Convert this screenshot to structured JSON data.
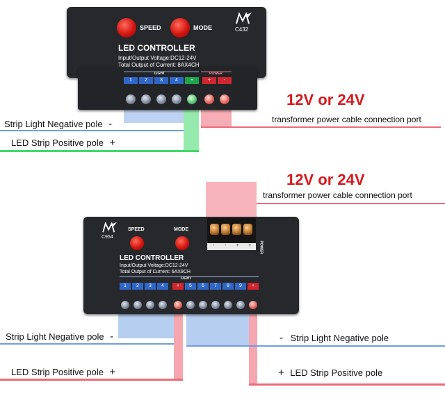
{
  "top": {
    "buttons": {
      "speed": "SPEED",
      "mode": "MODE"
    },
    "model": "C432",
    "title": "LED CONTROLLER",
    "spec_voltage": "Input/Output Voltage:DC12-24V",
    "spec_current": "Total Output of Current: 8AX4CH",
    "group_light": "LIGHT",
    "group_power": "POWER",
    "terminals": [
      "1",
      "2",
      "3",
      "4",
      "+",
      "+",
      "-"
    ],
    "voltage_label": "12V or 24V",
    "port_label": "transformer power cable connection port",
    "negative_label": "Strip Light Negative pole",
    "negative_symbol": "-",
    "positive_label": "LED Strip Positive pole",
    "positive_symbol": "+"
  },
  "bottom": {
    "buttons": {
      "speed": "SPEED",
      "mode": "MODE"
    },
    "model": "C954",
    "title": "LED CONTROLLER",
    "spec_voltage": "Input/Output Voltage:DC12-24V",
    "spec_current": "Total Output of Current: 6AX9CH",
    "group_light": "LIGHT",
    "group_power": "POWER",
    "power_terminals": [
      "-",
      "-",
      "+",
      "+"
    ],
    "terminals": [
      "1",
      "2",
      "3",
      "4",
      "+",
      "5",
      "6",
      "7",
      "8",
      "9",
      "+"
    ],
    "voltage_label": "12V or 24V",
    "port_label": "transformer power cable connection port",
    "left_negative_label": "Strip Light Negative pole",
    "left_negative_symbol": "-",
    "left_positive_label": "LED Strip Positive pole",
    "left_positive_symbol": "+",
    "right_negative_symbol": "-",
    "right_negative_label": "Strip Light Negative pole",
    "right_positive_symbol": "+",
    "right_positive_label": "LED Strip Positive pole"
  },
  "colors": {
    "negative": "#6e9ee0",
    "positive_red": "#ef6a78",
    "positive_green": "#3fd96a",
    "accent": "#d8181c"
  }
}
